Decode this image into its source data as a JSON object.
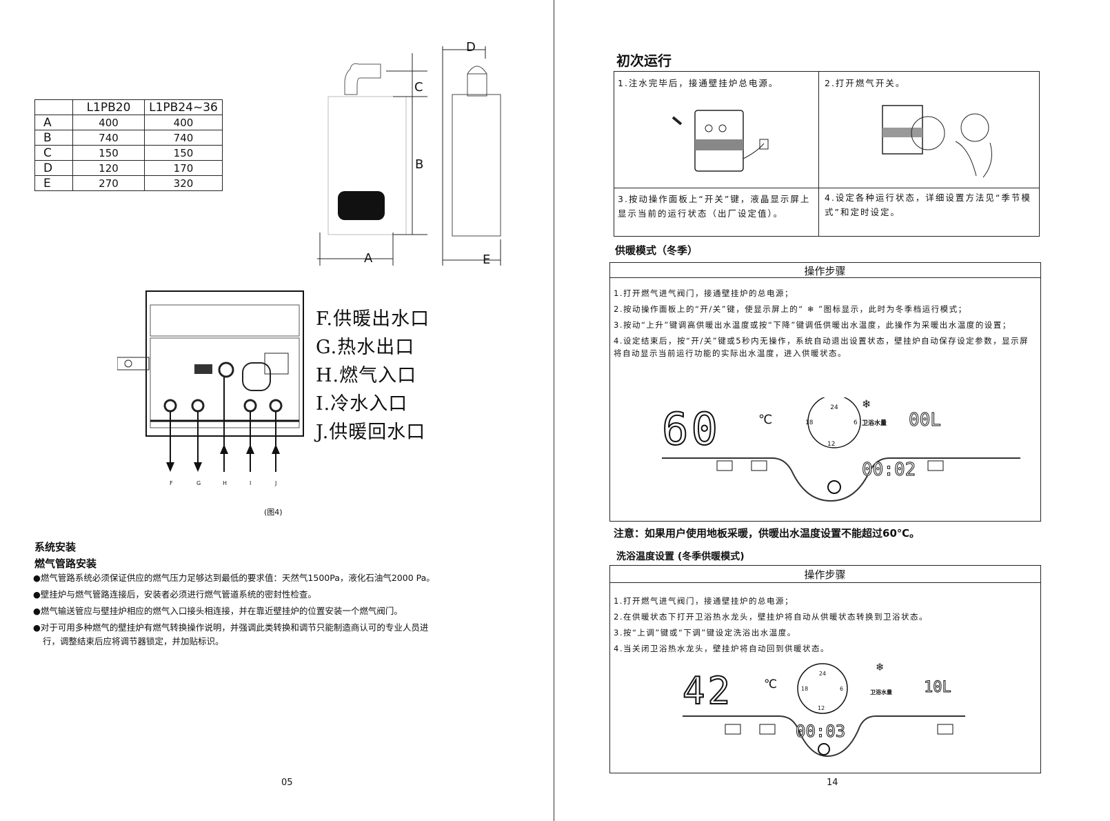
{
  "left_page": {
    "table": {
      "headers": [
        "",
        "L1PB20",
        "L1PB24~36"
      ],
      "rows": [
        [
          "A",
          "400",
          "400"
        ],
        [
          "B",
          "740",
          "740"
        ],
        [
          "C",
          "150",
          "150"
        ],
        [
          "D",
          "120",
          "170"
        ],
        [
          "E",
          "270",
          "320"
        ]
      ]
    },
    "dimension_labels": {
      "a": "A",
      "b": "B",
      "c": "C",
      "d": "D",
      "e": "E"
    },
    "connections": [
      "F.供暖出水口",
      "G.热水出口",
      "H.燃气入口",
      "I.冷水入口",
      "J.供暖回水口"
    ],
    "pipe_letters": [
      "F",
      "G",
      "H",
      "I",
      "J"
    ],
    "figure_caption": "(图4)",
    "section_title": "系统安装",
    "subsection_title": "燃气管路安装",
    "bullets": [
      "●燃气管路系统必须保证供应的燃气压力足够达到最低的要求值：天然气1500Pa，液化石油气2000 Pa。",
      "●壁挂炉与燃气管路连接后，安装者必须进行燃气管道系统的密封性检查。",
      "●燃气输送管应与壁挂炉相应的燃气入口接头相连接，并在靠近壁挂炉的位置安装一个燃气阀门。",
      "●对于可用多种燃气的壁挂炉有燃气转换操作说明，并强调此类转换和调节只能制造商认可的专业人员进",
      "行，调整结束后应将调节器锁定，并加贴标识。"
    ],
    "page_number": "05"
  },
  "right_page": {
    "title": "初次运行",
    "grid": [
      "1.注水完毕后，接通壁挂炉总电源。",
      "2.打开燃气开关。",
      "3.按动操作面板上“开关”键，液晶显示屏上显示当前的运行状态（出厂设定值）。",
      "4.设定各种运行状态，详细设置方法见“季节模式”和定时设定。"
    ],
    "heating": {
      "title": "供暖模式（冬季）",
      "header": "操作步骤",
      "steps": [
        "1.打开燃气进气阀门，接通壁挂炉的总电源；",
        "2.按动操作面板上的“开/关”键，使显示屏上的“ ❄ ”图标显示，此时为冬季档运行模式；",
        "3.按动“上升”键调高供暖出水温度或按“下降”键调低供暖出水温度，此操作为采暖出水温度的设置；",
        "4.设定结束后，按“开/关”键或5秒内无操作，系统自动退出设置状态，壁挂炉自动保存设定参数，显示屏将自动显示当前运行功能的实际出水温度，进入供暖状态。"
      ],
      "display": {
        "temp": "60",
        "unit": "℃",
        "time": "00:02",
        "water": "00L",
        "water_label": "卫浴水量",
        "dial": [
          "24",
          "6",
          "12",
          "18"
        ]
      }
    },
    "note": "注意：如果用户使用地板采暖，供暖出水温度设置不能超过60℃。",
    "bath": {
      "title": "洗浴温度设置 (冬季供暖模式)",
      "header": "操作步骤",
      "steps": [
        "1.打开燃气进气阀门，接通壁挂炉的总电源；",
        "2.在供暖状态下打开卫浴热水龙头，壁挂炉将自动从供暖状态转换到卫浴状态。",
        "3.按“上调”键或“下调”键设定洗浴出水温度。",
        "4.当关闭卫浴热水龙头，壁挂炉将自动回到供暖状态。"
      ],
      "display": {
        "temp": "42",
        "unit": "℃",
        "time": "00:03",
        "water": "10L",
        "water_label": "卫浴水量",
        "dial": [
          "24",
          "6",
          "12",
          "18"
        ]
      }
    },
    "page_number": "14"
  }
}
